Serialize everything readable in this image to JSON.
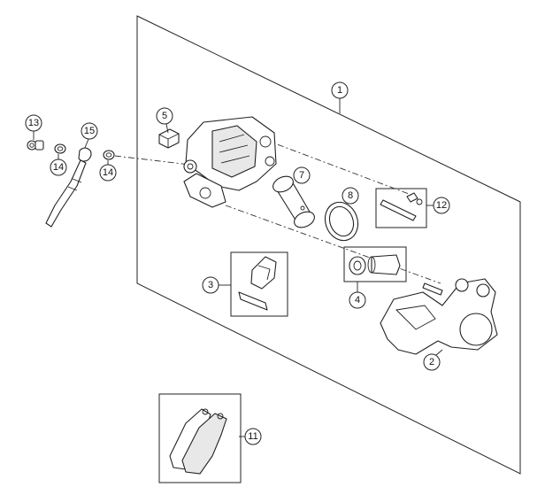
{
  "callouts": [
    {
      "id": "1",
      "label": "1"
    },
    {
      "id": "2",
      "label": "2"
    },
    {
      "id": "3",
      "label": "3"
    },
    {
      "id": "4",
      "label": "4"
    },
    {
      "id": "5",
      "label": "5"
    },
    {
      "id": "7",
      "label": "7"
    },
    {
      "id": "8",
      "label": "8"
    },
    {
      "id": "11",
      "label": "11"
    },
    {
      "id": "12",
      "label": "12"
    },
    {
      "id": "13",
      "label": "13"
    },
    {
      "id": "14a",
      "label": "14"
    },
    {
      "id": "14b",
      "label": "14"
    },
    {
      "id": "15",
      "label": "15"
    }
  ]
}
